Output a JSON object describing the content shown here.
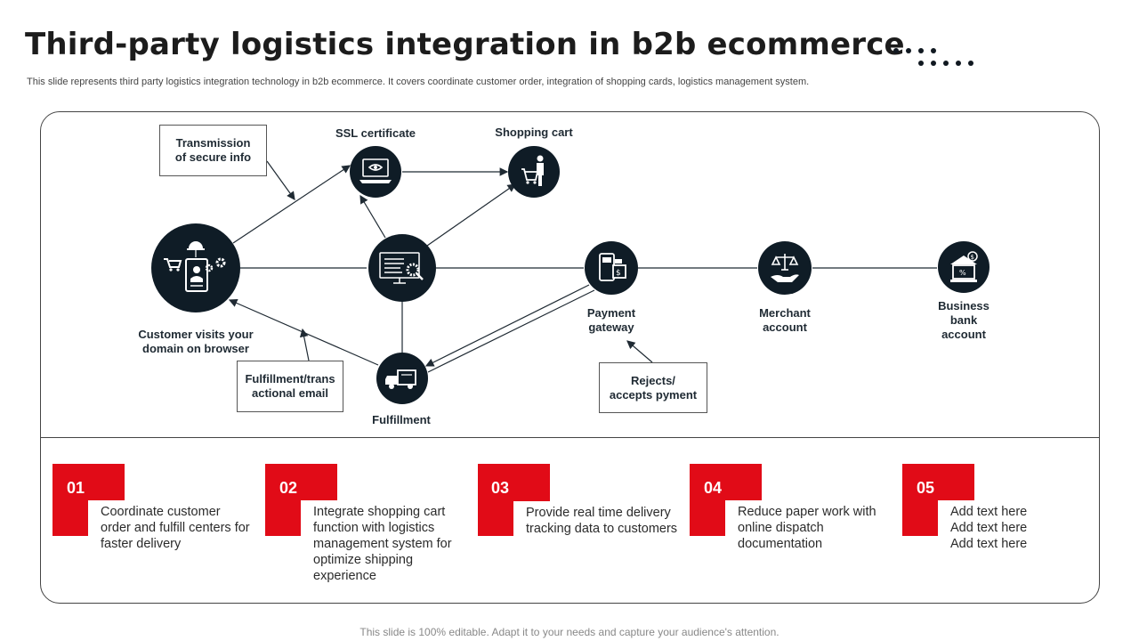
{
  "slide": {
    "title": "Third-party logistics integration in b2b ecommerce",
    "subtitle": "This slide represents third party logistics integration technology in b2b ecommerce. It covers coordinate customer order, integration of shopping cards, logistics management system.",
    "footer": "This slide is 100% editable. Adapt it to your needs and capture your audience's attention."
  },
  "diagram": {
    "nodes": {
      "ssl": "SSL certificate",
      "cart": "Shopping cart",
      "customer_line1": "Customer visits your",
      "customer_line2": "domain on browser",
      "payment_line1": "Payment",
      "payment_line2": "gateway",
      "merchant_line1": "Merchant",
      "merchant_line2": "account",
      "bank_line1": "Business",
      "bank_line2": "bank",
      "bank_line3": "account",
      "fulfillment": "Fulfillment"
    },
    "callouts": {
      "secure_line1": "Transmission",
      "secure_line2": "of secure info",
      "email_line1": "Fulfillment/trans",
      "email_line2": "actional email",
      "rejects_line1": "Rejects/",
      "rejects_line2": "accepts pyment"
    }
  },
  "steps": [
    {
      "number": "01",
      "text": "Coordinate customer order and fulfill centers for faster delivery"
    },
    {
      "number": "02",
      "text": "Integrate shopping cart function with logistics management system for optimize shipping experience"
    },
    {
      "number": "03",
      "text": "Provide real time delivery tracking data to customers"
    },
    {
      "number": "04",
      "text": "Reduce paper work with online dispatch documentation"
    },
    {
      "number": "05",
      "text": "Add text here Add text here Add text here"
    }
  ],
  "colors": {
    "accent": "#e10b17",
    "node": "#0f1c26"
  }
}
